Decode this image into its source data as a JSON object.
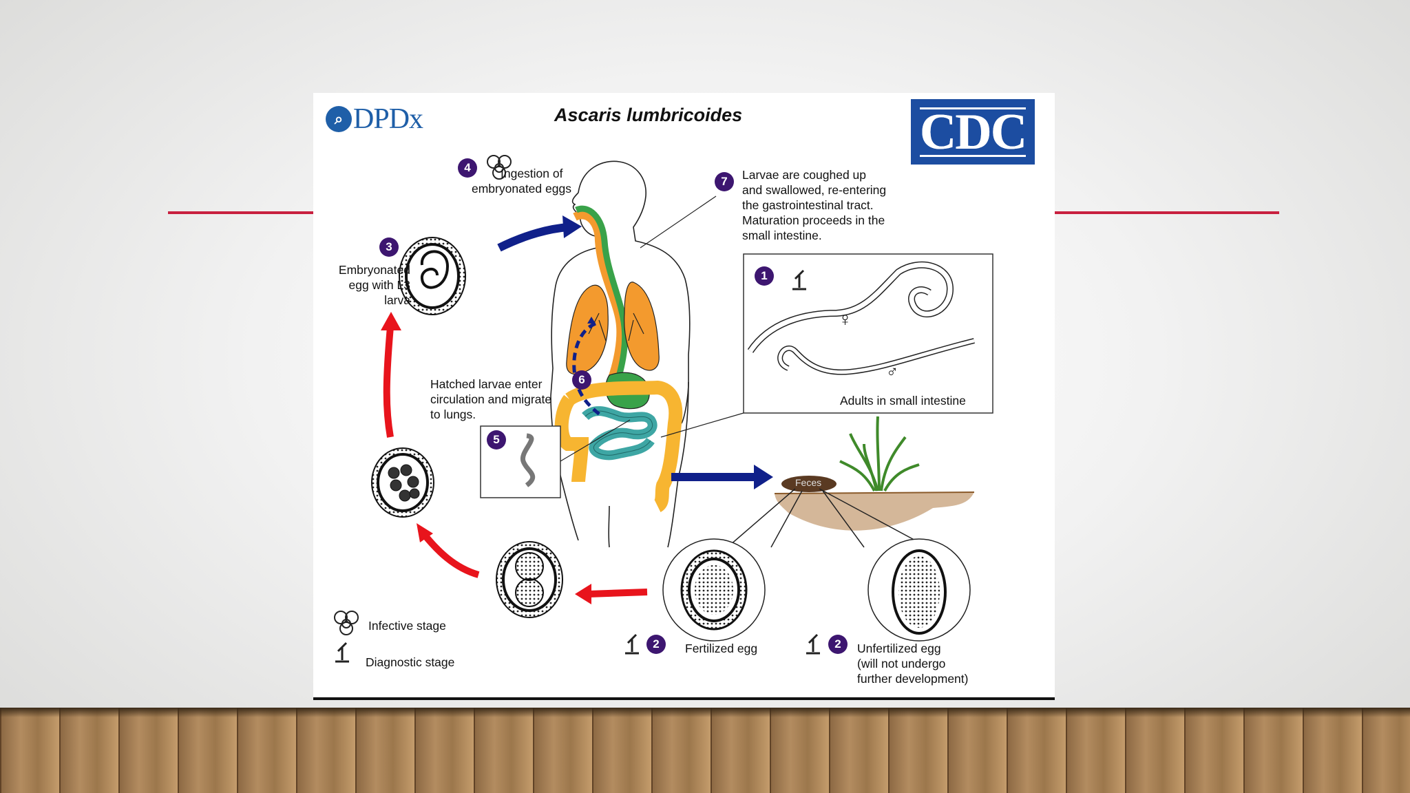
{
  "title": "Ascaris lumbricoides",
  "logos": {
    "left": "DPDx",
    "right": "CDC"
  },
  "stages": {
    "s1": {
      "number": "1",
      "caption": "Adults in small intestine"
    },
    "s2a": {
      "number": "2",
      "caption": "Fertilized egg"
    },
    "s2b": {
      "number": "2",
      "caption_lines": [
        "Unfertilized egg",
        "(will not undergo",
        "further development)"
      ]
    },
    "s3": {
      "number": "3",
      "caption_lines": [
        "Embryonated",
        "egg with L3",
        "larva"
      ]
    },
    "s4": {
      "number": "4",
      "caption_lines": [
        "Ingestion of",
        "embryonated eggs"
      ]
    },
    "s5": {
      "number": "5"
    },
    "s6": {
      "number": "6",
      "caption_lines": [
        "Hatched larvae enter",
        "circulation and migrate",
        "to lungs."
      ]
    },
    "s7": {
      "number": "7",
      "caption_lines": [
        "Larvae are coughed up",
        "and swallowed, re-entering",
        "the gastrointestinal tract.",
        "Maturation proceeds in the",
        "small intestine."
      ]
    }
  },
  "feces_label": "Feces",
  "sex_symbols": {
    "female": "♀",
    "male": "♂"
  },
  "legend": {
    "infective": "Infective stage",
    "diagnostic": "Diagnostic stage"
  },
  "icons": [
    "biohazard-icon",
    "microscope-icon"
  ],
  "colors": {
    "stage_number": "#3d1670",
    "red_arrow": "#e8141c",
    "blue_arrow": "#10208a",
    "lungs": "#f39a2e",
    "intestine": "#f7b531",
    "esophagus": "#39a249",
    "small_intestine": "#3ea6a4"
  }
}
